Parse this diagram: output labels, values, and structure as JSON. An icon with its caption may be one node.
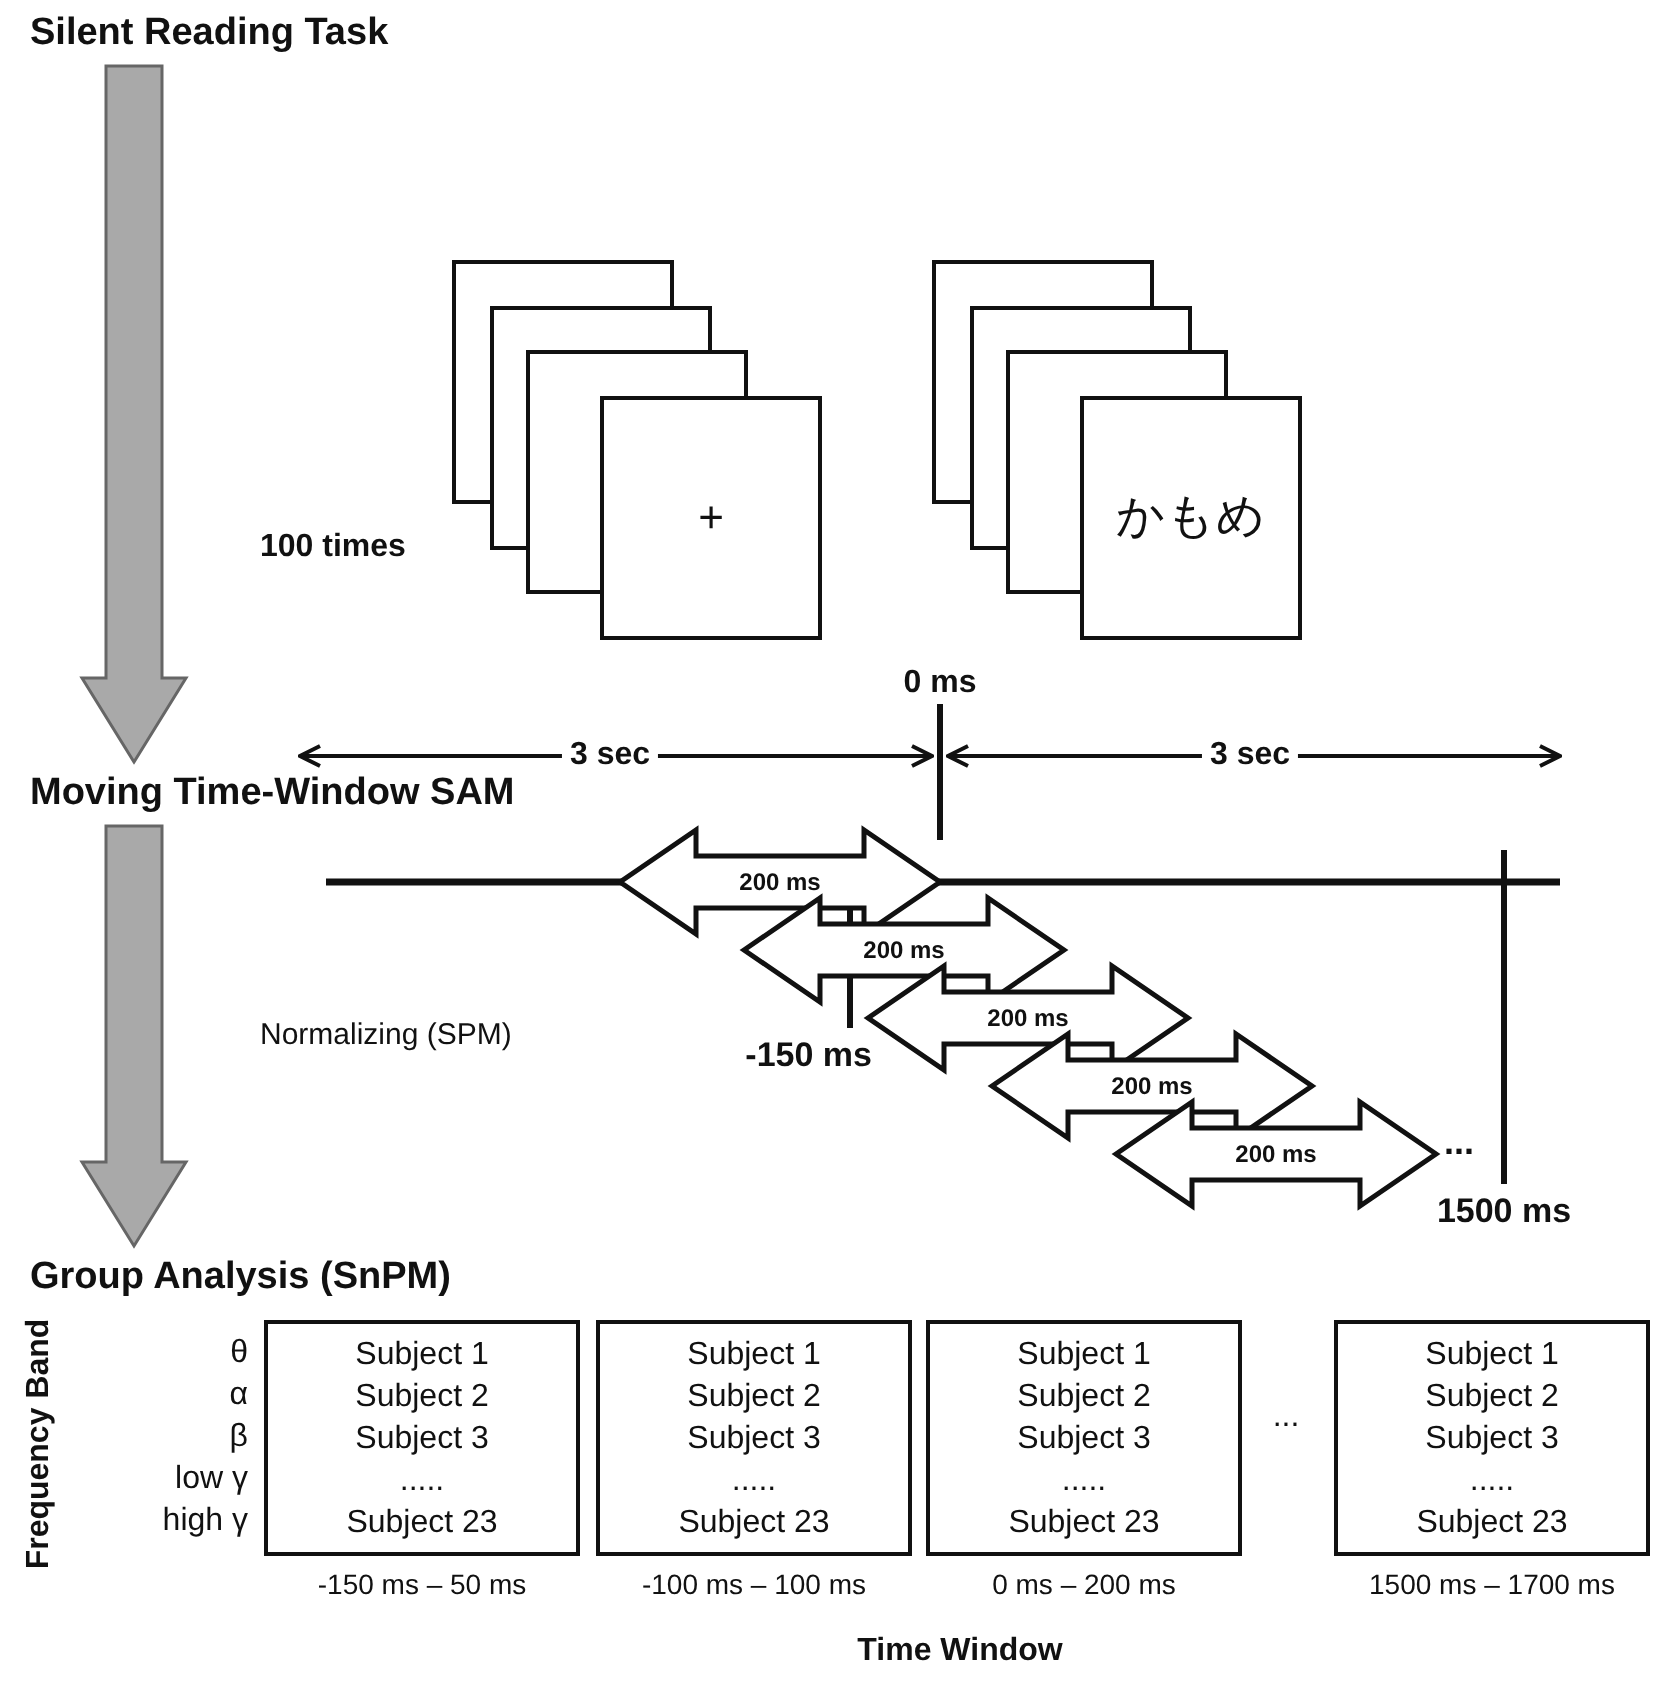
{
  "diagram": {
    "nodes": [
      {
        "text": [
          "Silent Reading Task"
        ]
      },
      {
        "text": [
          "Moving Time-Window SAM"
        ]
      },
      {
        "text": [
          "Group Analysis (SnPM)"
        ]
      },
      {
        "text": [],
        "shape": "box"
      },
      {
        "text": [],
        "shape": "box"
      },
      {
        "text": [],
        "shape": "box"
      },
      {
        "text": [
          "+"
        ]
      },
      {
        "text": [],
        "shape": "box"
      },
      {
        "text": [],
        "shape": "box"
      },
      {
        "text": [],
        "shape": "box"
      },
      {
        "text": [
          "かもめ"
        ]
      },
      {
        "text": [
          "200 ms"
        ]
      },
      {
        "text": [
          "200 ms"
        ]
      },
      {
        "text": [
          "200 ms"
        ]
      },
      {
        "text": [
          "200 ms"
        ]
      },
      {
        "text": [
          "200 ms"
        ]
      },
      {
        "text": [
          "Subject 1",
          "Subject 2",
          "Subject 3",
          ".....",
          "Subject 23"
        ],
        "beside": [
          "-150 ms – 50 ms"
        ]
      },
      {
        "text": [
          "Subject 1",
          "Subject 2",
          "Subject 3",
          ".....",
          "Subject 23"
        ],
        "beside": [
          "-100 ms – 100 ms"
        ]
      },
      {
        "text": [
          "Subject 1",
          "Subject 2",
          "Subject 3",
          ".....",
          "Subject 23"
        ],
        "beside": [
          "0 ms – 200 ms"
        ]
      },
      {
        "text": [
          "Subject 1",
          "Subject 2",
          "Subject 3",
          ".....",
          "Subject 23"
        ],
        "beside": [
          "1500 ms – 1700 ms"
        ]
      }
    ],
    "edges": [
      {
        "from": 0,
        "to": 1,
        "arrow": "to"
      },
      {
        "from": 1,
        "to": 2,
        "arrow": "to",
        "label": "Normalizing (SPM)"
      }
    ],
    "labels": [
      "100 times",
      "0 ms",
      "3 sec",
      "3 sec",
      "-150 ms",
      "...",
      "1500 ms",
      "Frequency Band",
      "θ",
      "α",
      "β",
      "low γ",
      "high γ",
      "...",
      "Time Window"
    ]
  }
}
